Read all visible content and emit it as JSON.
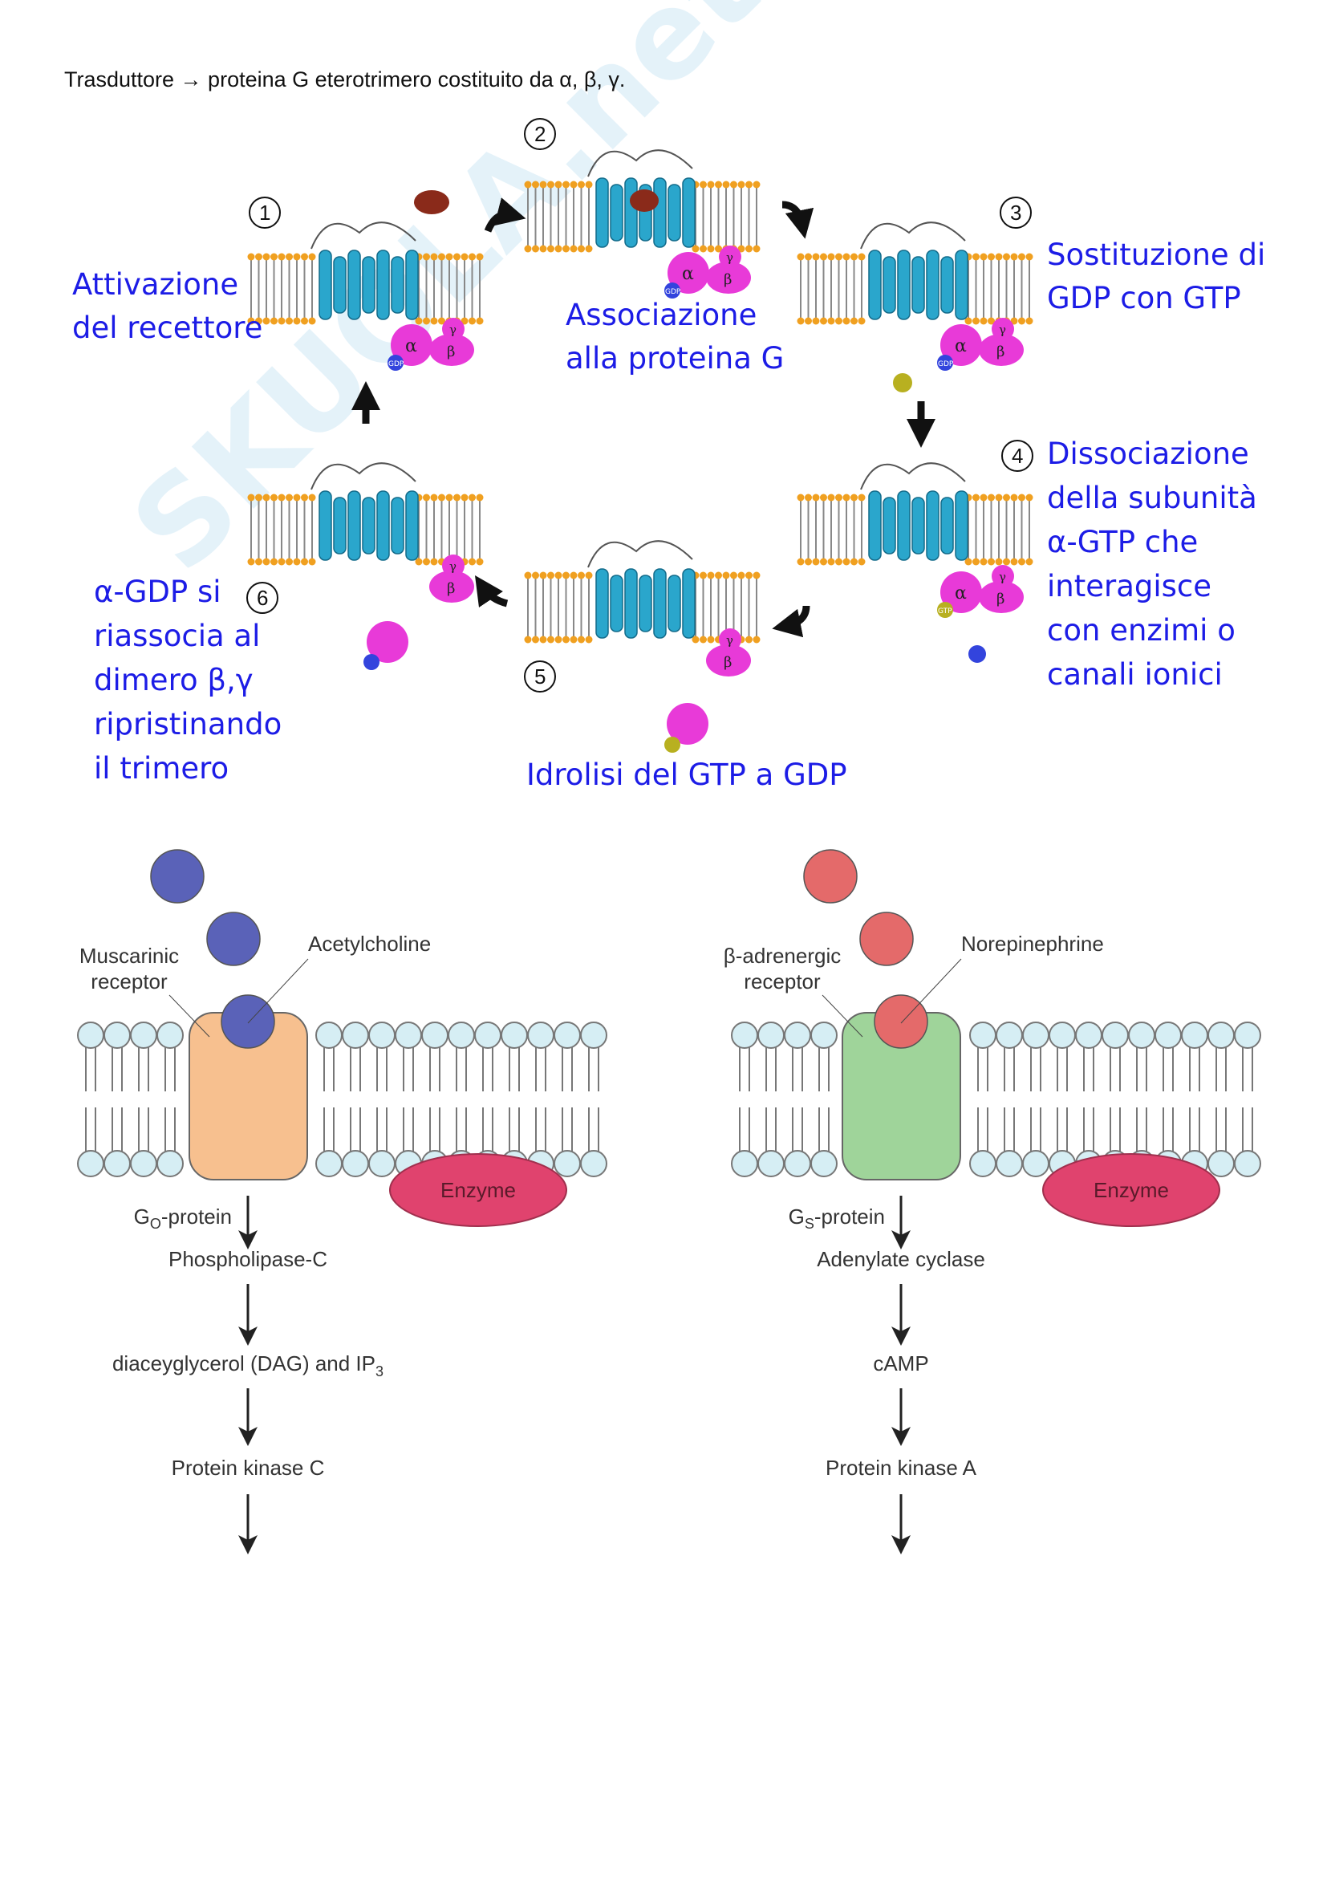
{
  "header": {
    "title": "Trasduttore → proteina G eterotrimero costituito da α, β, γ."
  },
  "watermark": {
    "logo_text": "SKUOLA.net"
  },
  "cycle": {
    "steps": [
      {
        "number": "1",
        "lines": [
          "Attivazione",
          "del recettore"
        ]
      },
      {
        "number": "2",
        "lines": [
          "Associazione",
          "alla proteina G"
        ]
      },
      {
        "number": "3",
        "lines": [
          "Sostituzione di",
          "GDP con GTP"
        ]
      },
      {
        "number": "4",
        "lines": [
          "Dissociazione",
          "della subunità",
          "α-GTP che",
          "interagisce",
          "con enzimi o",
          "canali ionici"
        ]
      },
      {
        "number": "5",
        "lines": [
          "Idrolisi del GTP a GDP"
        ]
      },
      {
        "number": "6",
        "lines": [
          "α-GDP si",
          "riassocia al",
          "dimero β,γ",
          "ripristinando",
          "il trimero"
        ]
      }
    ],
    "subunits": {
      "alpha": "α",
      "beta": "β",
      "gamma": "γ",
      "gdp": "GDP",
      "gtp": "GTP"
    }
  },
  "pathways": [
    {
      "receptor": [
        "Muscarinic",
        "receptor"
      ],
      "ligand": "Acetylcholine",
      "enzyme": "Enzyme",
      "g_protein": "G",
      "g_protein_sub": "O",
      "g_protein_suffix": "-protein",
      "cascade": [
        "Phospholipase-C",
        "diaceyglycerol (DAG)  and IP",
        "Protein kinase C"
      ],
      "cascade_sub": "3",
      "colors": {
        "receptor": "#f7c08f",
        "ligand": "#5a62b8"
      }
    },
    {
      "receptor": [
        "β-adrenergic",
        "receptor"
      ],
      "ligand": "Norepinephrine",
      "enzyme": "Enzyme",
      "g_protein": "G",
      "g_protein_sub": "S",
      "g_protein_suffix": "-protein",
      "cascade": [
        "Adenylate cyclase",
        "cAMP",
        "Protein kinase A"
      ],
      "cascade_sub": "",
      "colors": {
        "receptor": "#9fd49a",
        "ligand": "#e46a6a"
      }
    }
  ],
  "colors": {
    "annotation": "#1c1ce6",
    "alpha_subunit": "#e83ad8",
    "helix": "#2aa6cc",
    "lipid_head": "#f0a020"
  }
}
